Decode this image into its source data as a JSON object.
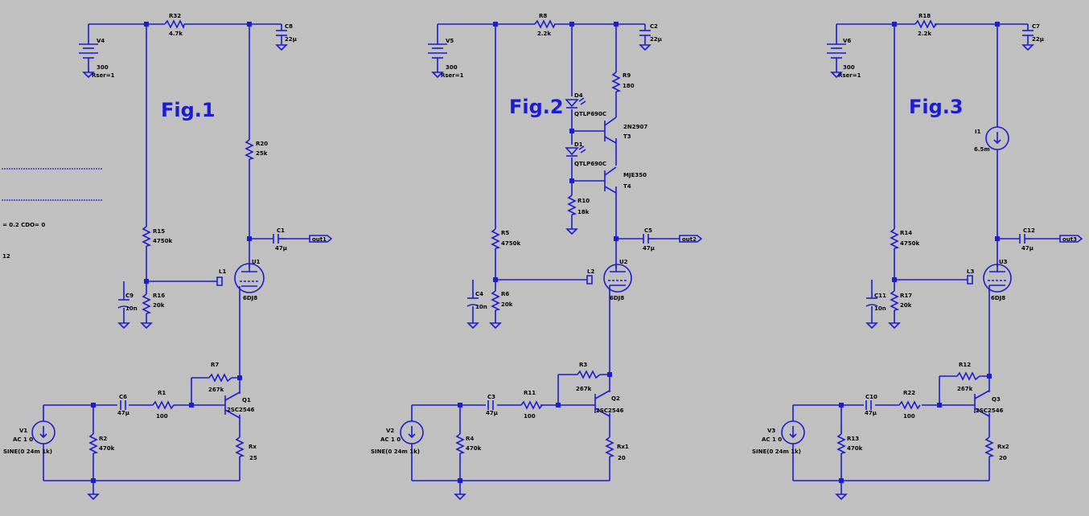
{
  "side_texts": [
    "= 0.2 CDO= 0",
    "12"
  ],
  "circuits": [
    {
      "fig": "Fig.1",
      "parts": {
        "vsrc": "V4",
        "vsrc_v": "300",
        "vsrc_r": "Rser=1",
        "rtop": "R32",
        "rtop_v": "4.7k",
        "ctop": "C8",
        "ctop_v": "22µ",
        "rload": "R20",
        "rload_v": "25k",
        "cout": "C1",
        "cout_v": "47µ",
        "out": "out1",
        "rdiv1": "R15",
        "rdiv1_v": "4750k",
        "rdiv2": "R16",
        "rdiv2_v": "20k",
        "cdiv": "C9",
        "cdiv_v": "10n",
        "ind": "L1",
        "tube": "U1",
        "tube_v": "6DJ8",
        "rfb": "R7",
        "rfb_v": "267k",
        "cin": "C6",
        "cin_v": "47µ",
        "rin": "R1",
        "rin_v": "100",
        "q": "Q1",
        "q_v": "2SC2546",
        "vac": "V1",
        "vac_v": "AC 1 0",
        "vac_s": "SINE(0 24m 1k)",
        "rbias": "R2",
        "rbias_v": "470k",
        "rx": "Rx",
        "rx_v": "25"
      }
    },
    {
      "fig": "Fig.2",
      "parts": {
        "vsrc": "V5",
        "vsrc_v": "300",
        "vsrc_r": "Rser=1",
        "rtop": "R8",
        "rtop_v": "2.2k",
        "ctop": "C2",
        "ctop_v": "22µ",
        "r9": "R9",
        "r9_v": "180",
        "d4": "D4",
        "d4_v": "QTLP690C",
        "d1": "D1",
        "d1_v": "QTLP690C",
        "t3": "2N2907",
        "t3_n": "T3",
        "t4": "MJE350",
        "t4_n": "T4",
        "r10": "R10",
        "r10_v": "18k",
        "cout": "C5",
        "cout_v": "47µ",
        "out": "out2",
        "rdiv1": "R5",
        "rdiv1_v": "4750k",
        "rdiv2": "R6",
        "rdiv2_v": "20k",
        "cdiv": "C4",
        "cdiv_v": "10n",
        "ind": "L2",
        "tube": "U2",
        "tube_v": "6DJ8",
        "rfb": "R3",
        "rfb_v": "267k",
        "cin": "C3",
        "cin_v": "47µ",
        "rin": "R11",
        "rin_v": "100",
        "q": "Q2",
        "q_v": "2SC2546",
        "vac": "V2",
        "vac_v": "AC 1 0",
        "vac_s": "SINE(0 24m 1k)",
        "rbias": "R4",
        "rbias_v": "470k",
        "rx": "Rx1",
        "rx_v": "20"
      }
    },
    {
      "fig": "Fig.3",
      "parts": {
        "vsrc": "V6",
        "vsrc_v": "300",
        "vsrc_r": "Rser=1",
        "rtop": "R18",
        "rtop_v": "2.2k",
        "ctop": "C7",
        "ctop_v": "22µ",
        "isrc": "I1",
        "isrc_v": "6.5m",
        "cout": "C12",
        "cout_v": "47µ",
        "out": "out3",
        "rdiv1": "R14",
        "rdiv1_v": "4750k",
        "rdiv2": "R17",
        "rdiv2_v": "20k",
        "cdiv": "C11",
        "cdiv_v": "10n",
        "ind": "L3",
        "tube": "U3",
        "tube_v": "6DJ8",
        "rfb": "R12",
        "rfb_v": "267k",
        "cin": "C10",
        "cin_v": "47µ",
        "rin": "R22",
        "rin_v": "100",
        "q": "Q3",
        "q_v": "2SC2546",
        "vac": "V3",
        "vac_v": "AC 1 0",
        "vac_s": "SINE(0 24m 1k)",
        "rbias": "R13",
        "rbias_v": "470k",
        "rx": "Rx2",
        "rx_v": "20"
      }
    }
  ]
}
